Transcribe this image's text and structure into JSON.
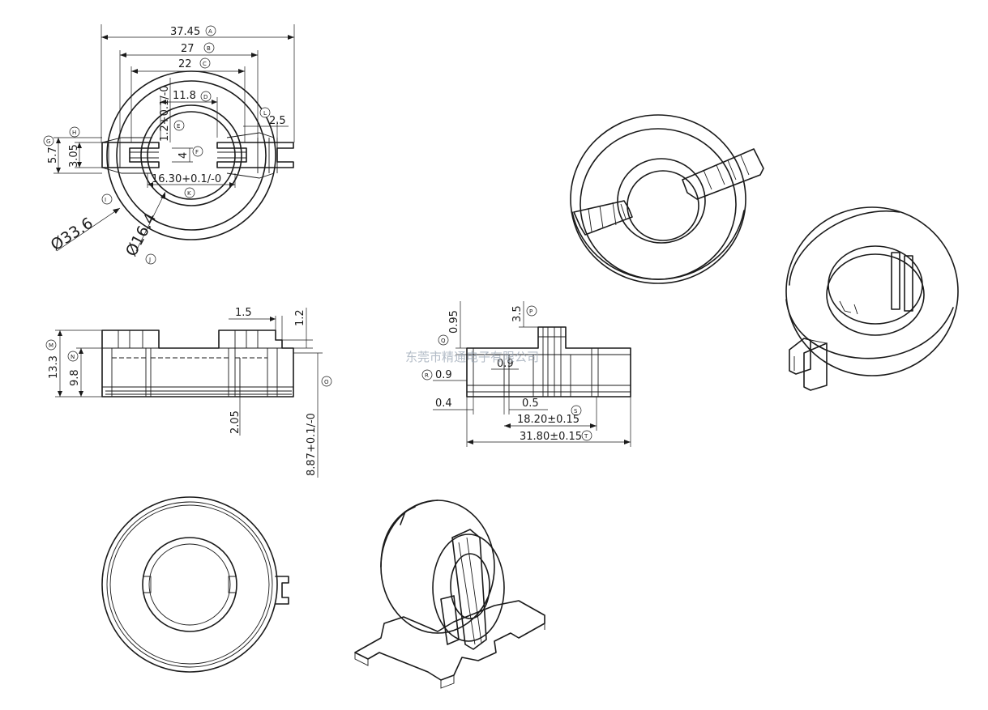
{
  "watermark": "东莞市精通电子有限公司",
  "top_view": {
    "dim_a": "37.45",
    "tag_a": "A",
    "dim_b": "27",
    "tag_b": "B",
    "dim_c": "22",
    "tag_c": "C",
    "dim_d": "11.8",
    "tag_d": "D",
    "dim_e": "1.2+0.1/-0",
    "tag_e": "E",
    "dim_f": "4",
    "tag_f": "F",
    "dim_g": "5.7",
    "tag_g": "G",
    "dim_h": "3.05",
    "tag_h": "H",
    "dim_i": "Ø33.6",
    "tag_i": "I",
    "dim_j": "Ø16.4",
    "tag_j": "J",
    "dim_k": "16.30+0.1/-0",
    "tag_k": "K",
    "dim_l": "2.5",
    "tag_l": "L"
  },
  "front_view": {
    "dim_top_a": "1.5",
    "dim_top_b": "1.2",
    "dim_m": "13.3",
    "tag_m": "M",
    "dim_n": "9.8",
    "tag_n": "N",
    "tag_o": "O",
    "dim_bottom": "2.05",
    "dim_height": "8.87+0.1/-0"
  },
  "side_view": {
    "dim_p": "3.5",
    "tag_p": "P",
    "dim_q": "0.95",
    "tag_q": "Q",
    "dim_inner": "0.9",
    "dim_r": "0.9",
    "tag_r": "R",
    "dim_left": "0.4",
    "dim_mid": "0.5",
    "tag_s": "S",
    "dim_s": "18.20±0.15",
    "dim_t": "31.80±0.15",
    "tag_t": "T"
  }
}
